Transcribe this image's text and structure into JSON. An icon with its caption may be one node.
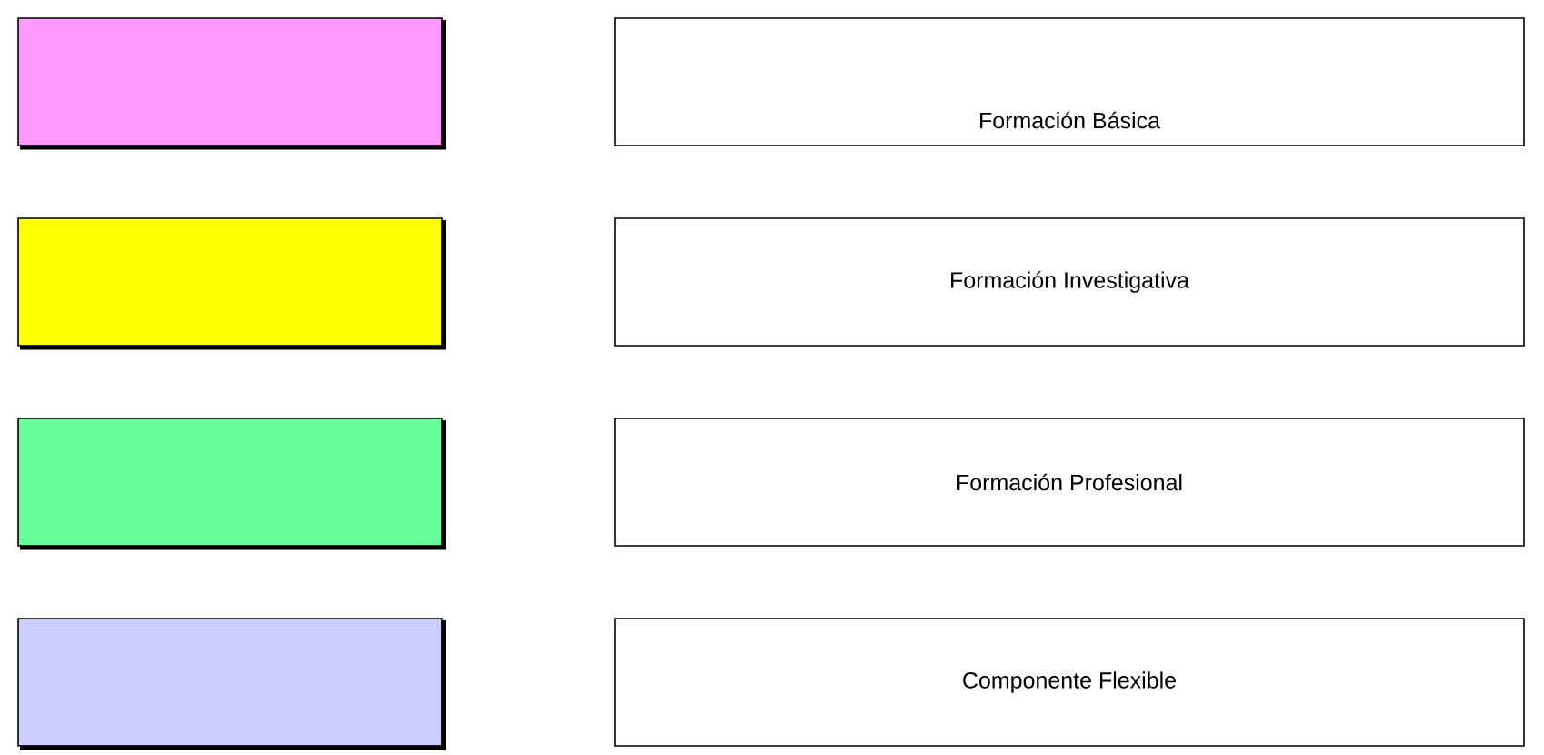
{
  "diagram": {
    "legend": [
      {
        "text": "Formación Básica",
        "color": "#ff99ff"
      },
      {
        "text": "Formación Investigativa",
        "color": "#ffff00"
      },
      {
        "text": "Formación Profesional",
        "color": "#66ff99"
      },
      {
        "text": "Componente Flexible",
        "color": "#ccccff"
      }
    ]
  }
}
